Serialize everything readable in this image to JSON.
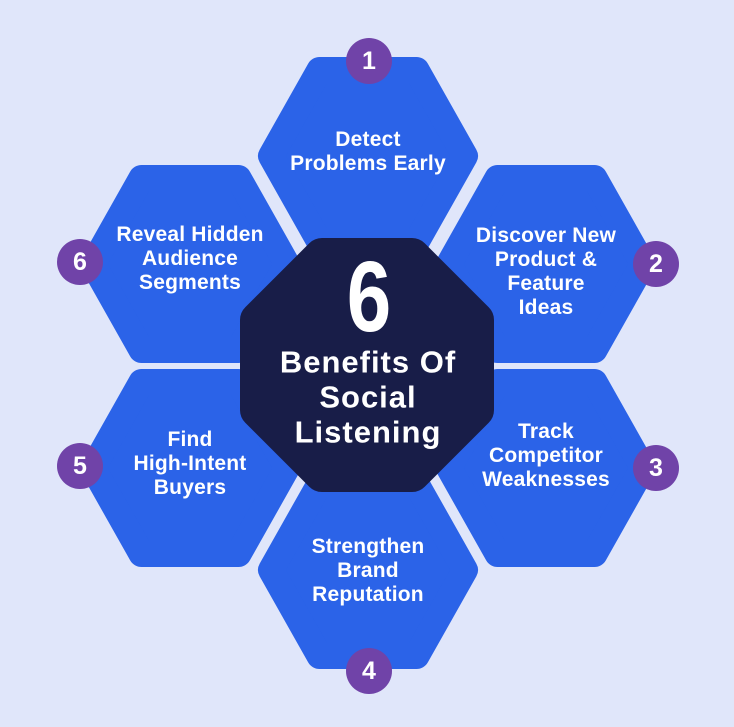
{
  "colors": {
    "bg": "#e0e6fa",
    "hex": "#2b63e8",
    "octagon": "#181d48",
    "badge": "#7043a8",
    "text_light": "#ffffff"
  },
  "center": {
    "number": "6",
    "title": "Benefits Of Social Listening",
    "title_lines": [
      "Benefits Of",
      "Social",
      "Listening"
    ]
  },
  "benefits": [
    {
      "number": "1",
      "position": "top",
      "label": "Detect Problems Early",
      "lines": [
        "Detect",
        "Problems Early"
      ]
    },
    {
      "number": "2",
      "position": "top-right",
      "label": "Discover New Product & Feature Ideas",
      "lines": [
        "Discover New",
        "Product &",
        "Feature",
        "Ideas"
      ]
    },
    {
      "number": "3",
      "position": "bottom-right",
      "label": "Track Competitor Weaknesses",
      "lines": [
        "Track",
        "Competitor",
        "Weaknesses"
      ]
    },
    {
      "number": "4",
      "position": "bottom",
      "label": "Strengthen Brand Reputation",
      "lines": [
        "Strengthen",
        "Brand",
        "Reputation"
      ]
    },
    {
      "number": "5",
      "position": "bottom-left",
      "label": "Find High-Intent Buyers",
      "lines": [
        "Find",
        "High-Intent",
        "Buyers"
      ]
    },
    {
      "number": "6",
      "position": "top-left",
      "label": "Reveal Hidden Audience Segments",
      "lines": [
        "Reveal Hidden",
        "Audience",
        "Segments"
      ]
    }
  ]
}
